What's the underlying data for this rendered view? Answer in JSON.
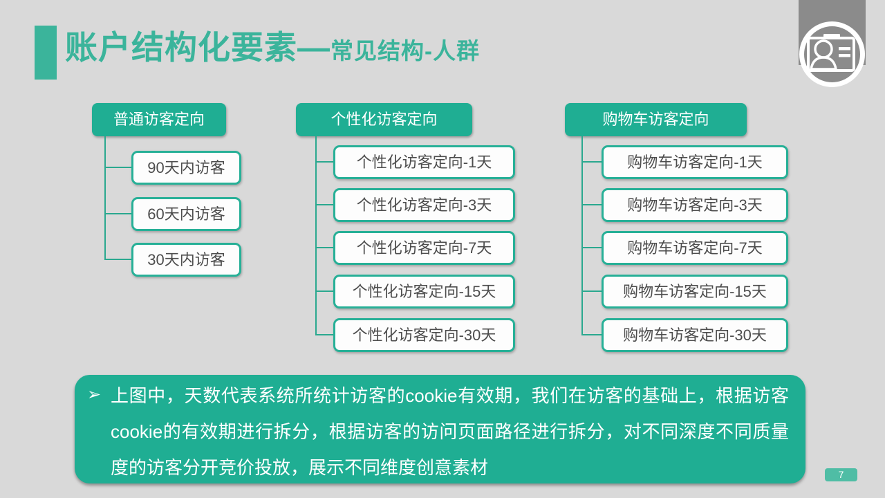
{
  "title": {
    "main": "账户结构化要素—",
    "sub": "常见结构-人群"
  },
  "page_number": "7",
  "colors": {
    "background": "#d9d9d9",
    "primary_green": "#1fae93",
    "title_green": "#3bb49b",
    "child_border_green": "#27b097",
    "connector_green": "#2aa88f",
    "badge_green": "#4fbda5",
    "ribbon_gray": "#8b8b8b",
    "child_text": "#4d4d4d"
  },
  "icons": {
    "corner_icon": "id-card-badge"
  },
  "trees": [
    {
      "header": "普通访客定向",
      "children": [
        "90天内访客",
        "60天内访客",
        "30天内访客"
      ]
    },
    {
      "header": "个性化访客定向",
      "children": [
        "个性化访客定向-1天",
        "个性化访客定向-3天",
        "个性化访客定向-7天",
        "个性化访客定向-15天",
        "个性化访客定向-30天"
      ]
    },
    {
      "header": "购物车访客定向",
      "children": [
        "购物车访客定向-1天",
        "购物车访客定向-3天",
        "购物车访客定向-7天",
        "购物车访客定向-15天",
        "购物车访客定向-30天"
      ]
    }
  ],
  "note": {
    "bullet": "➢",
    "text": "上图中，天数代表系统所统计访客的cookie有效期，我们在访客的基础上，根据访客cookie的有效期进行拆分，根据访客的访问页面路径进行拆分，对不同深度不同质量度的访客分开竞价投放，展示不同维度创意素材"
  }
}
